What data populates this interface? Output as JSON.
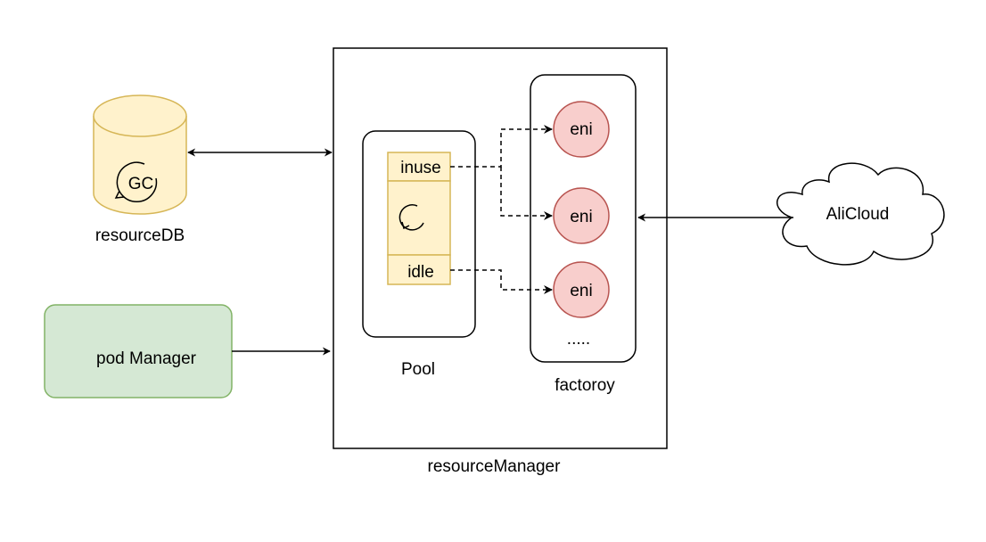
{
  "nodes": {
    "resource_db": {
      "label": "resourceDB",
      "icon_label": "GC",
      "icon": "refresh-icon"
    },
    "pod_manager": {
      "label": "pod Manager"
    },
    "resource_manager": {
      "label": "resourceManager"
    },
    "pool": {
      "label": "Pool",
      "inuse_label": "inuse",
      "idle_label": "idle",
      "cycle_icon": "refresh-icon"
    },
    "factory": {
      "label": "factoroy",
      "eni_items": [
        "eni",
        "eni",
        "eni"
      ],
      "more_label": "....."
    },
    "alicloud": {
      "label": "AliCloud"
    }
  },
  "edges": [
    {
      "from": "resourceDB",
      "to": "resourceManager",
      "style": "solid",
      "direction": "both"
    },
    {
      "from": "pod Manager",
      "to": "resourceManager",
      "style": "solid",
      "direction": "forward"
    },
    {
      "from": "inuse",
      "to": "eni",
      "style": "dashed",
      "direction": "forward"
    },
    {
      "from": "inuse",
      "to": "eni",
      "style": "dashed",
      "direction": "forward"
    },
    {
      "from": "idle",
      "to": "eni",
      "style": "dashed",
      "direction": "forward"
    },
    {
      "from": "AliCloud",
      "to": "factoroy",
      "style": "solid",
      "direction": "forward"
    }
  ],
  "colors": {
    "db_fill": "#fff2cc",
    "db_stroke": "#d6b656",
    "pod_fill": "#d5e8d4",
    "pod_stroke": "#82b366",
    "eni_fill": "#f8cecc",
    "eni_stroke": "#b85450",
    "pool_cell_fill": "#fff2cc",
    "pool_cell_stroke": "#d6b656"
  }
}
